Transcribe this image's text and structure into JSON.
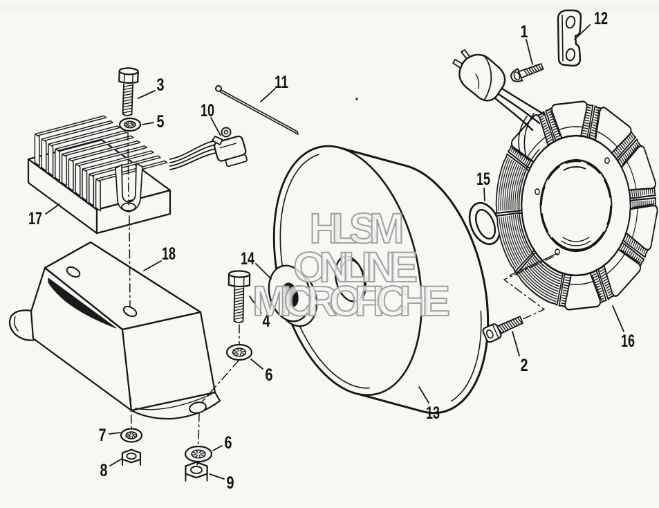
{
  "figure": {
    "type": "exploded-parts-diagram",
    "subject": "Alternator / charging system components",
    "background": "#f7f7f4",
    "line_color": "#161616"
  },
  "watermark": {
    "line1": "HLSM",
    "line2": "ONLINE",
    "line3": "MICROFICHE",
    "fill": "#f2f2ef",
    "stroke": "#9e9e9b"
  },
  "callouts": {
    "c1": "1",
    "c12": "12",
    "c3": "3",
    "c5": "5",
    "c10": "10",
    "c11": "11",
    "c17": "17",
    "c18": "18",
    "c14": "14",
    "c4": "4",
    "c6r": "6",
    "c15": "15",
    "c13": "13",
    "c16": "16",
    "c2": "2",
    "c7": "7",
    "c8": "8",
    "c6b": "6",
    "c9": "9"
  }
}
